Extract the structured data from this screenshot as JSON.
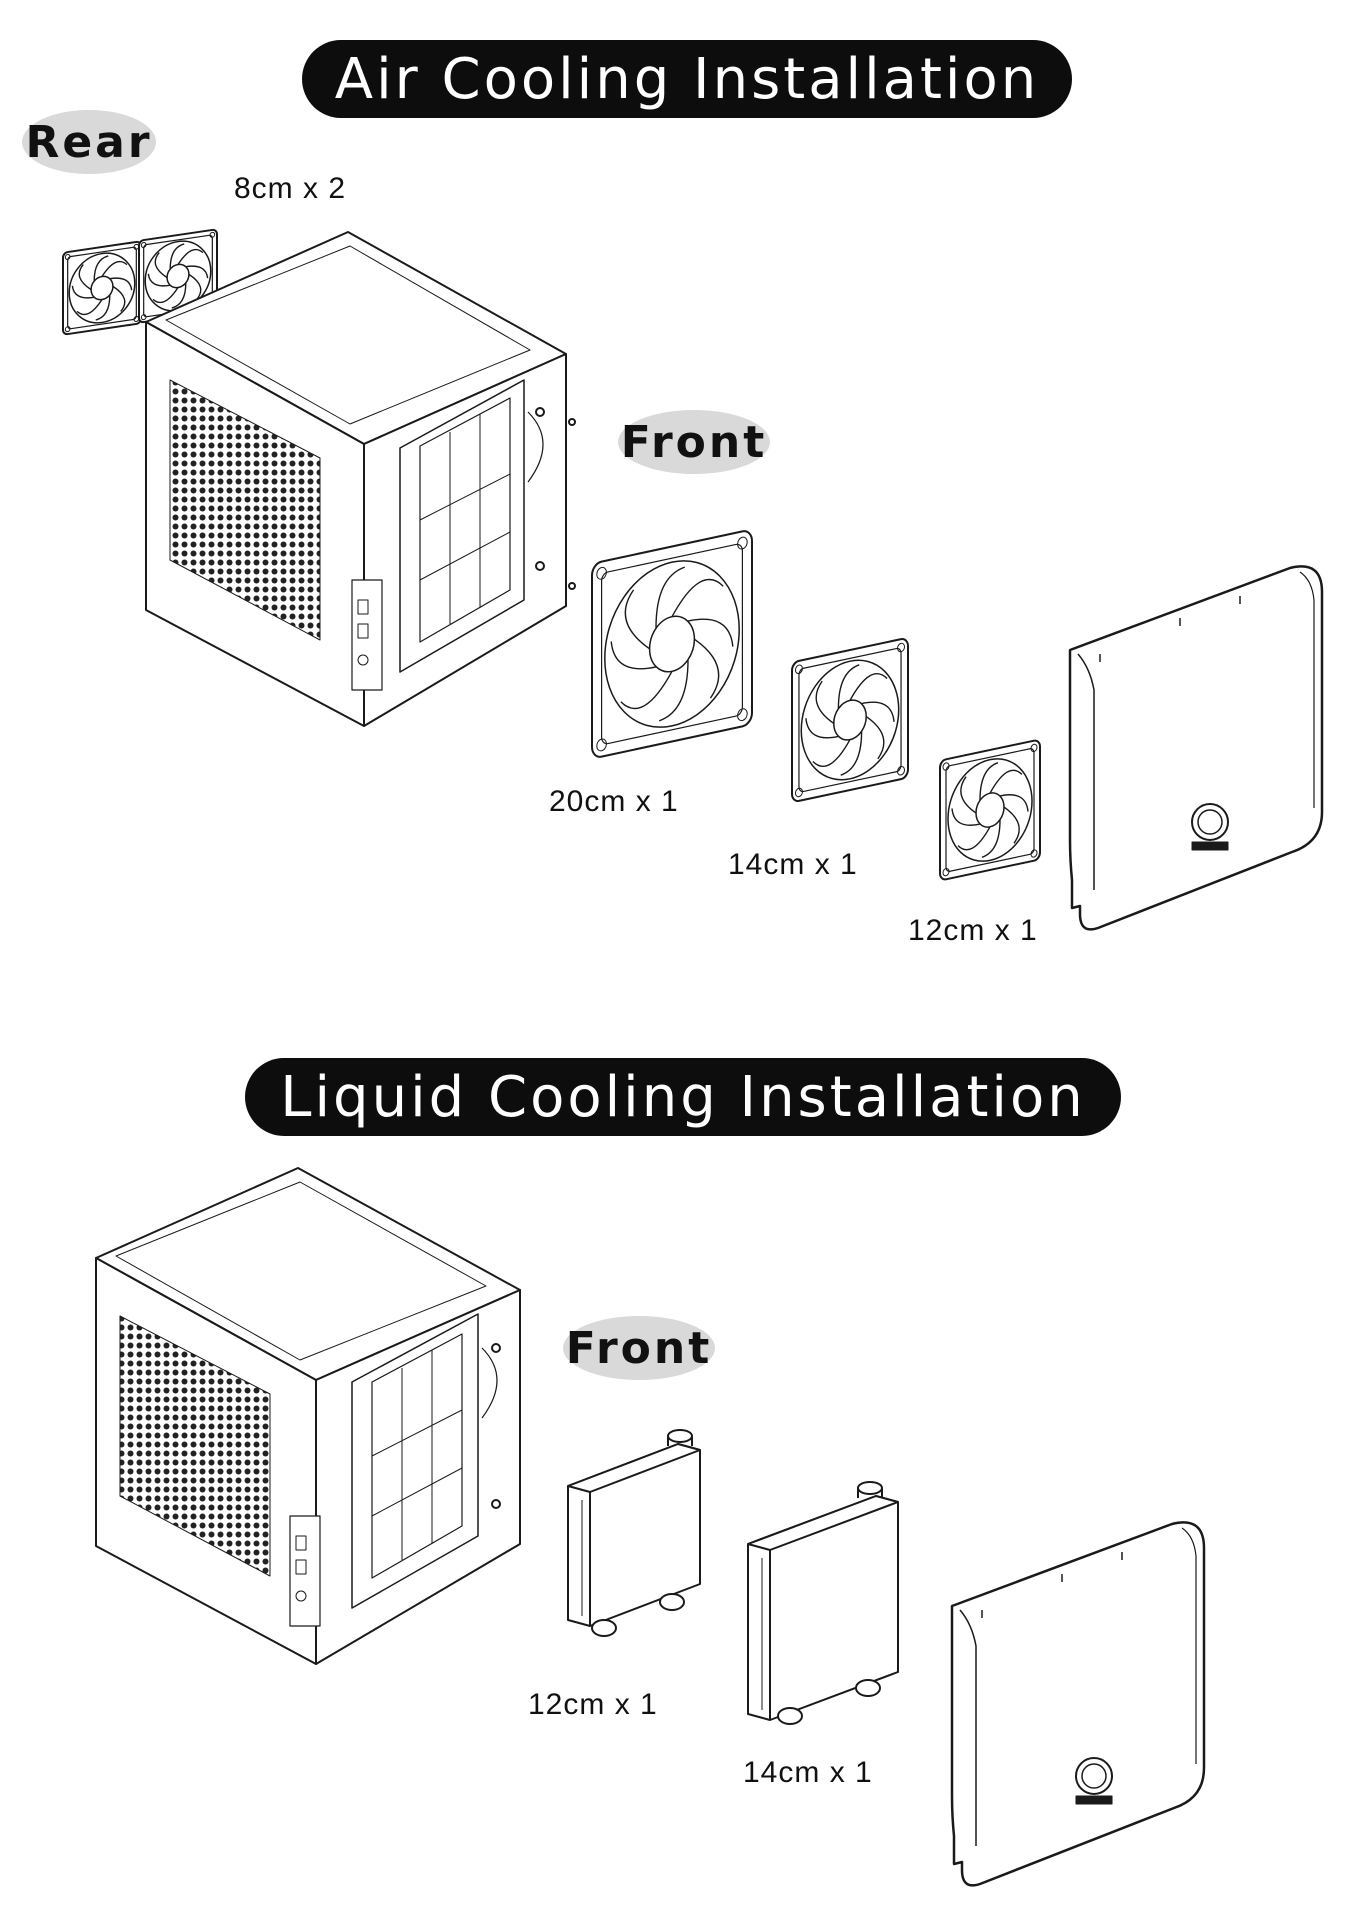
{
  "air": {
    "title": "Air Cooling Installation",
    "rear_tag": "Rear",
    "front_tag": "Front",
    "rear_fans_qty": "8cm x 2",
    "fan_20_qty": "20cm x 1",
    "fan_14_qty": "14cm x 1",
    "fan_12_qty": "12cm x 1"
  },
  "liquid": {
    "title": "Liquid Cooling Installation",
    "front_tag": "Front",
    "rad_12_qty": "12cm x 1",
    "rad_14_qty": "14cm x 1"
  },
  "colors": {
    "banner_bg": "#0d0d0d",
    "banner_text": "#ffffff",
    "tag_bg": "#d9d9d9",
    "line": "#1a1a1a"
  },
  "icons": [
    "pc-case-icon",
    "fan-icon",
    "radiator-icon",
    "front-panel-icon",
    "brand-logo-icon"
  ]
}
